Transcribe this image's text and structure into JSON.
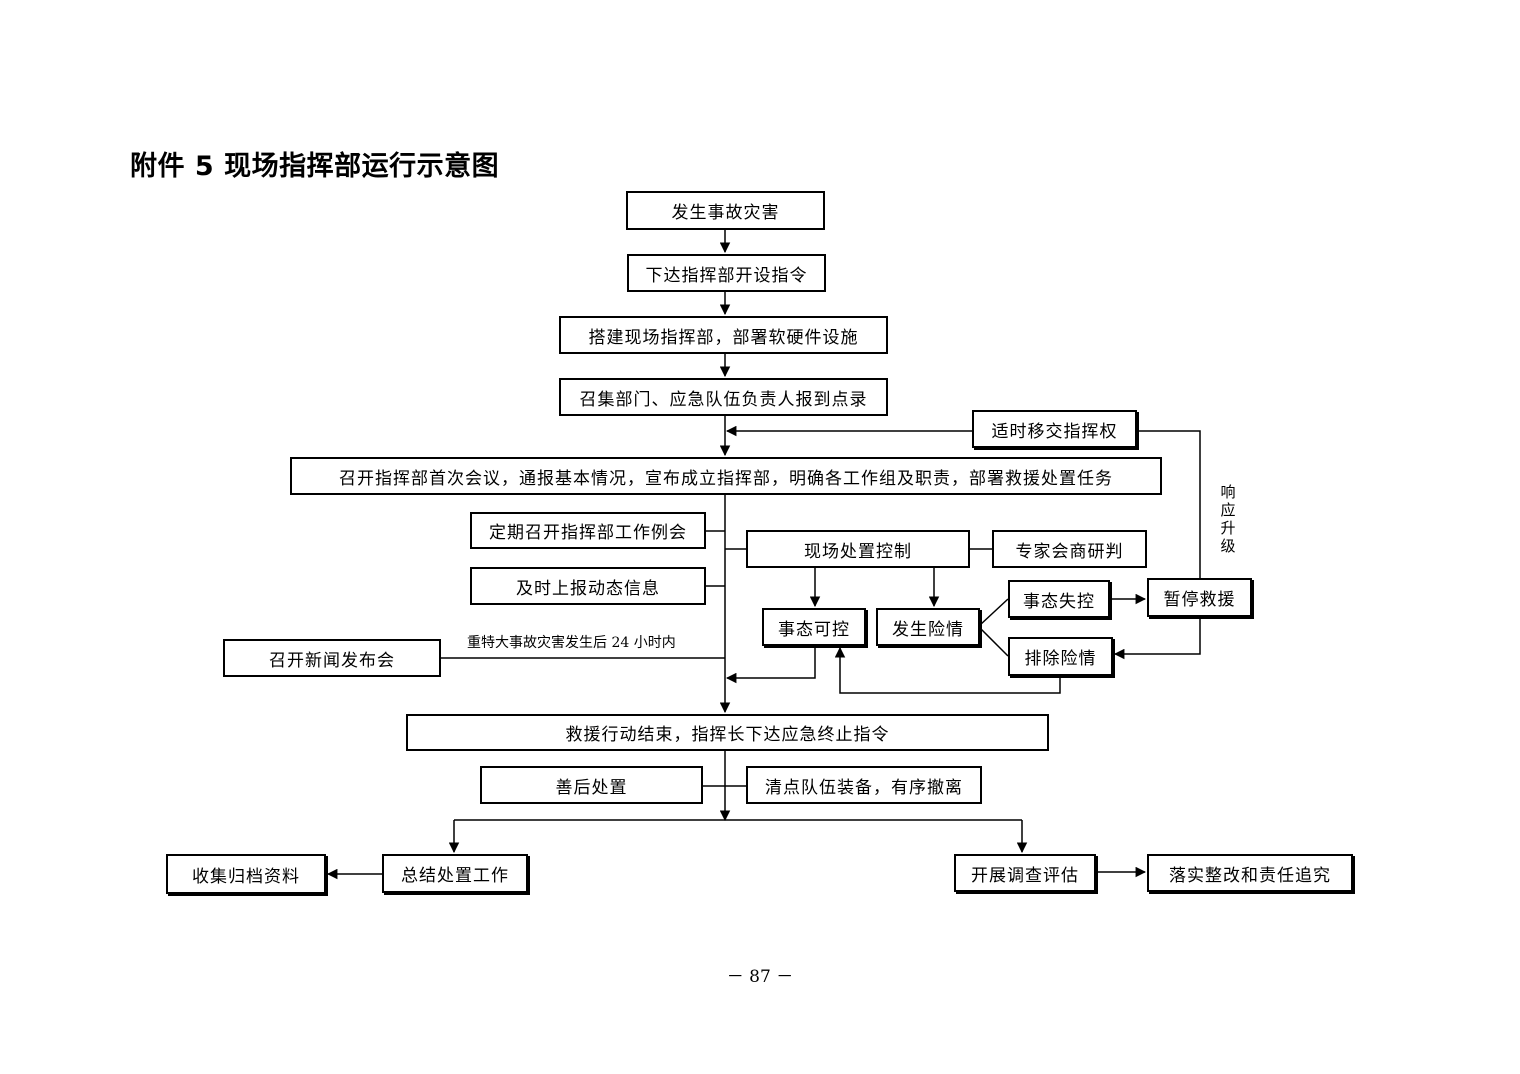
{
  "title": "附件 5 现场指挥部运行示意图",
  "nodes": {
    "occur": "发生事故灾害",
    "order": "下达指挥部开设指令",
    "build": "搭建现场指挥部，部署软硬件设施",
    "gather": "召集部门、应急队伍负责人报到点录",
    "transfer": "适时移交指挥权",
    "first_meeting": "召开指挥部首次会议，通报基本情况，宣布成立指挥部，明确各工作组及职责，部署救援处置任务",
    "regular_meeting": "定期召开指挥部工作例会",
    "report_info": "及时上报动态信息",
    "onsite_control": "现场处置控制",
    "expert": "专家会商研判",
    "controllable": "事态可控",
    "danger": "发生险情",
    "out_of_control": "事态失控",
    "suspend": "暂停救援",
    "eliminate": "排除险情",
    "press": "召开新闻发布会",
    "end_rescue": "救援行动结束，指挥长下达应急终止指令",
    "aftermath": "善后处置",
    "withdraw": "清点队伍装备，有序撤离",
    "summary": "总结处置工作",
    "archive": "收集归档资料",
    "investigate": "开展调查评估",
    "rectify": "落实整改和责任追究"
  },
  "notes": {
    "press_condition": "重特大事故灾害发生后 24 小时内",
    "escalate": "响应升级"
  },
  "page_number": "－ 87 －"
}
